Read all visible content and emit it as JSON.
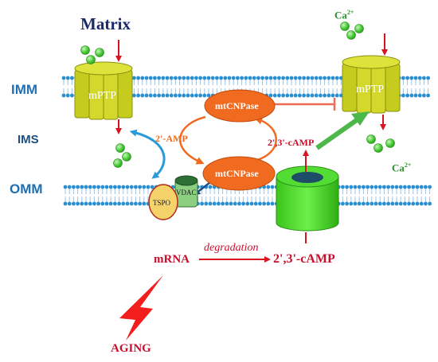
{
  "labels": {
    "matrix": "Matrix",
    "imm": "IMM",
    "ims": "IMS",
    "omm": "OMM",
    "mptp_left": "mPTP",
    "mptp_right": "mPTP",
    "mtcnpase_top": "mtCNPase",
    "mtcnpase_bottom": "mtCNPase",
    "amp_2": "2'-AMP",
    "camp_ims": "2',3'-cAMP",
    "tspo": "TSPO",
    "vdac": "VDAC",
    "mrna": "mRNA",
    "degradation": "degradation",
    "camp_bottom": "2',3'-cAMP",
    "aging": "AGING",
    "ca_top": "Ca",
    "ca_top_sup": "2+",
    "ca_right": "Ca",
    "ca_right_sup": "2+"
  },
  "colors": {
    "membrane_head": "#2a8fd0",
    "membrane_tail": "#9ec3e6",
    "mptp_fill": "#c6cc1e",
    "mptp_stroke": "#8a8f10",
    "mtcnpase": "#f06a1f",
    "ca_ball": "#5bd24a",
    "red_arrow": "#d7141f",
    "blue_arrow": "#2b9ad8",
    "green_arrow": "#4db84a",
    "channel": "#4ed82b",
    "tspo": "#f6d36a",
    "vdac": "#86c77a",
    "navy": "#1b2a6b"
  },
  "icons": {
    "aging": "lightning-bolt-icon",
    "ca": "calcium-ion-icon"
  }
}
